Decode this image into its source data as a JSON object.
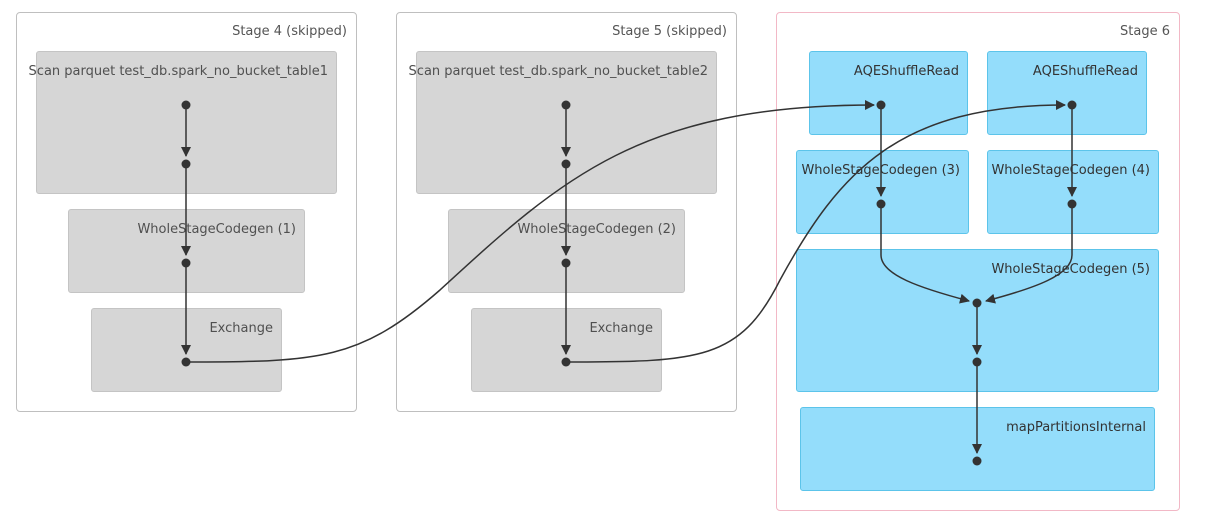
{
  "stages": [
    {
      "id": "stage4",
      "label": "Stage 4 (skipped)"
    },
    {
      "id": "stage5",
      "label": "Stage 5 (skipped)"
    },
    {
      "id": "stage6",
      "label": "Stage 6"
    }
  ],
  "nodes": [
    {
      "id": "scan1",
      "label": "Scan parquet test_db.spark_no_bucket_table1"
    },
    {
      "id": "wsc1",
      "label": "WholeStageCodegen (1)"
    },
    {
      "id": "exch1",
      "label": "Exchange"
    },
    {
      "id": "scan2",
      "label": "Scan parquet test_db.spark_no_bucket_table2"
    },
    {
      "id": "wsc2",
      "label": "WholeStageCodegen (2)"
    },
    {
      "id": "exch2",
      "label": "Exchange"
    },
    {
      "id": "aqe1",
      "label": "AQEShuffleRead"
    },
    {
      "id": "aqe2",
      "label": "AQEShuffleRead"
    },
    {
      "id": "wsc3",
      "label": "WholeStageCodegen (3)"
    },
    {
      "id": "wsc4",
      "label": "WholeStageCodegen (4)"
    },
    {
      "id": "wsc5",
      "label": "WholeStageCodegen (5)"
    },
    {
      "id": "mpi",
      "label": "mapPartitionsInternal"
    }
  ]
}
